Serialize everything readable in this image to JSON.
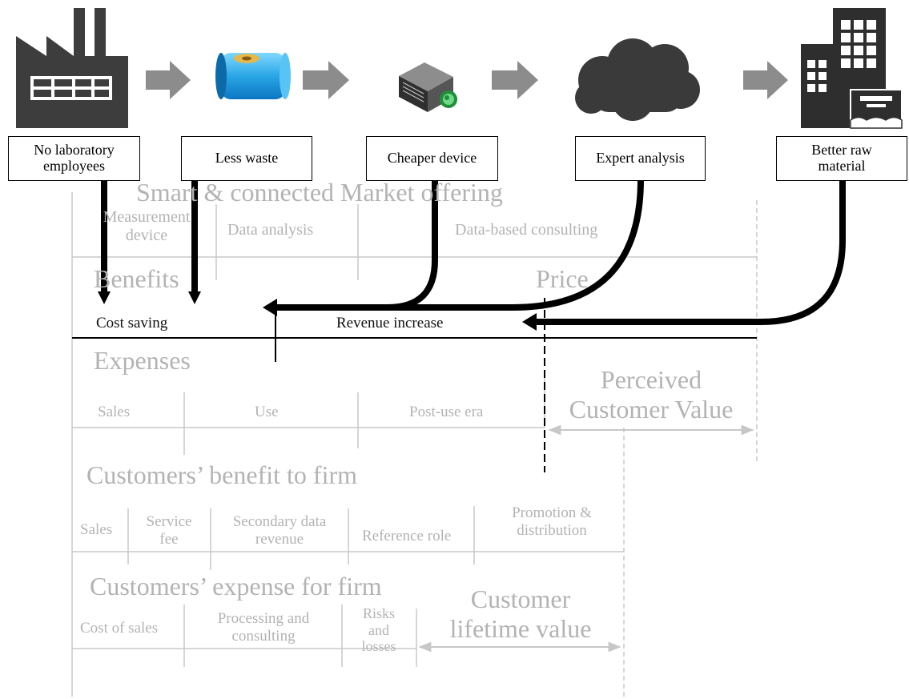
{
  "top_boxes": [
    {
      "label": "No laboratory\nemployees"
    },
    {
      "label": "Less waste"
    },
    {
      "label": "Cheaper device"
    },
    {
      "label": "Expert analysis"
    },
    {
      "label": "Better raw\nmaterial"
    }
  ],
  "icons": [
    "factory-icon",
    "sensor-tube-icon",
    "server-icon",
    "cloud-icon",
    "building-icon"
  ],
  "market_offering": {
    "title": "Smart & connected Market offering",
    "items": [
      "Measurement\ndevice",
      "Data analysis",
      "Data-based consulting"
    ]
  },
  "benefits_label": "Benefits",
  "price_label": "Price",
  "cost_saving": "Cost saving",
  "revenue_increase": "Revenue increase",
  "expenses": {
    "title": "Expenses",
    "items": [
      "Sales",
      "Use",
      "Post-use era"
    ]
  },
  "perceived_customer_value": "Perceived\nCustomer Value",
  "customers_benefit": {
    "title": "Customers’ benefit to firm",
    "items": [
      "Sales",
      "Service\nfee",
      "Secondary data\nrevenue",
      "Reference role",
      "Promotion &\ndistribution"
    ]
  },
  "customers_expense": {
    "title": "Customers’ expense for firm",
    "items": [
      "Cost of sales",
      "Processing and\nconsulting",
      "Risks\nand\nlosses"
    ]
  },
  "customer_lifetime_value": "Customer\nlifetime value"
}
